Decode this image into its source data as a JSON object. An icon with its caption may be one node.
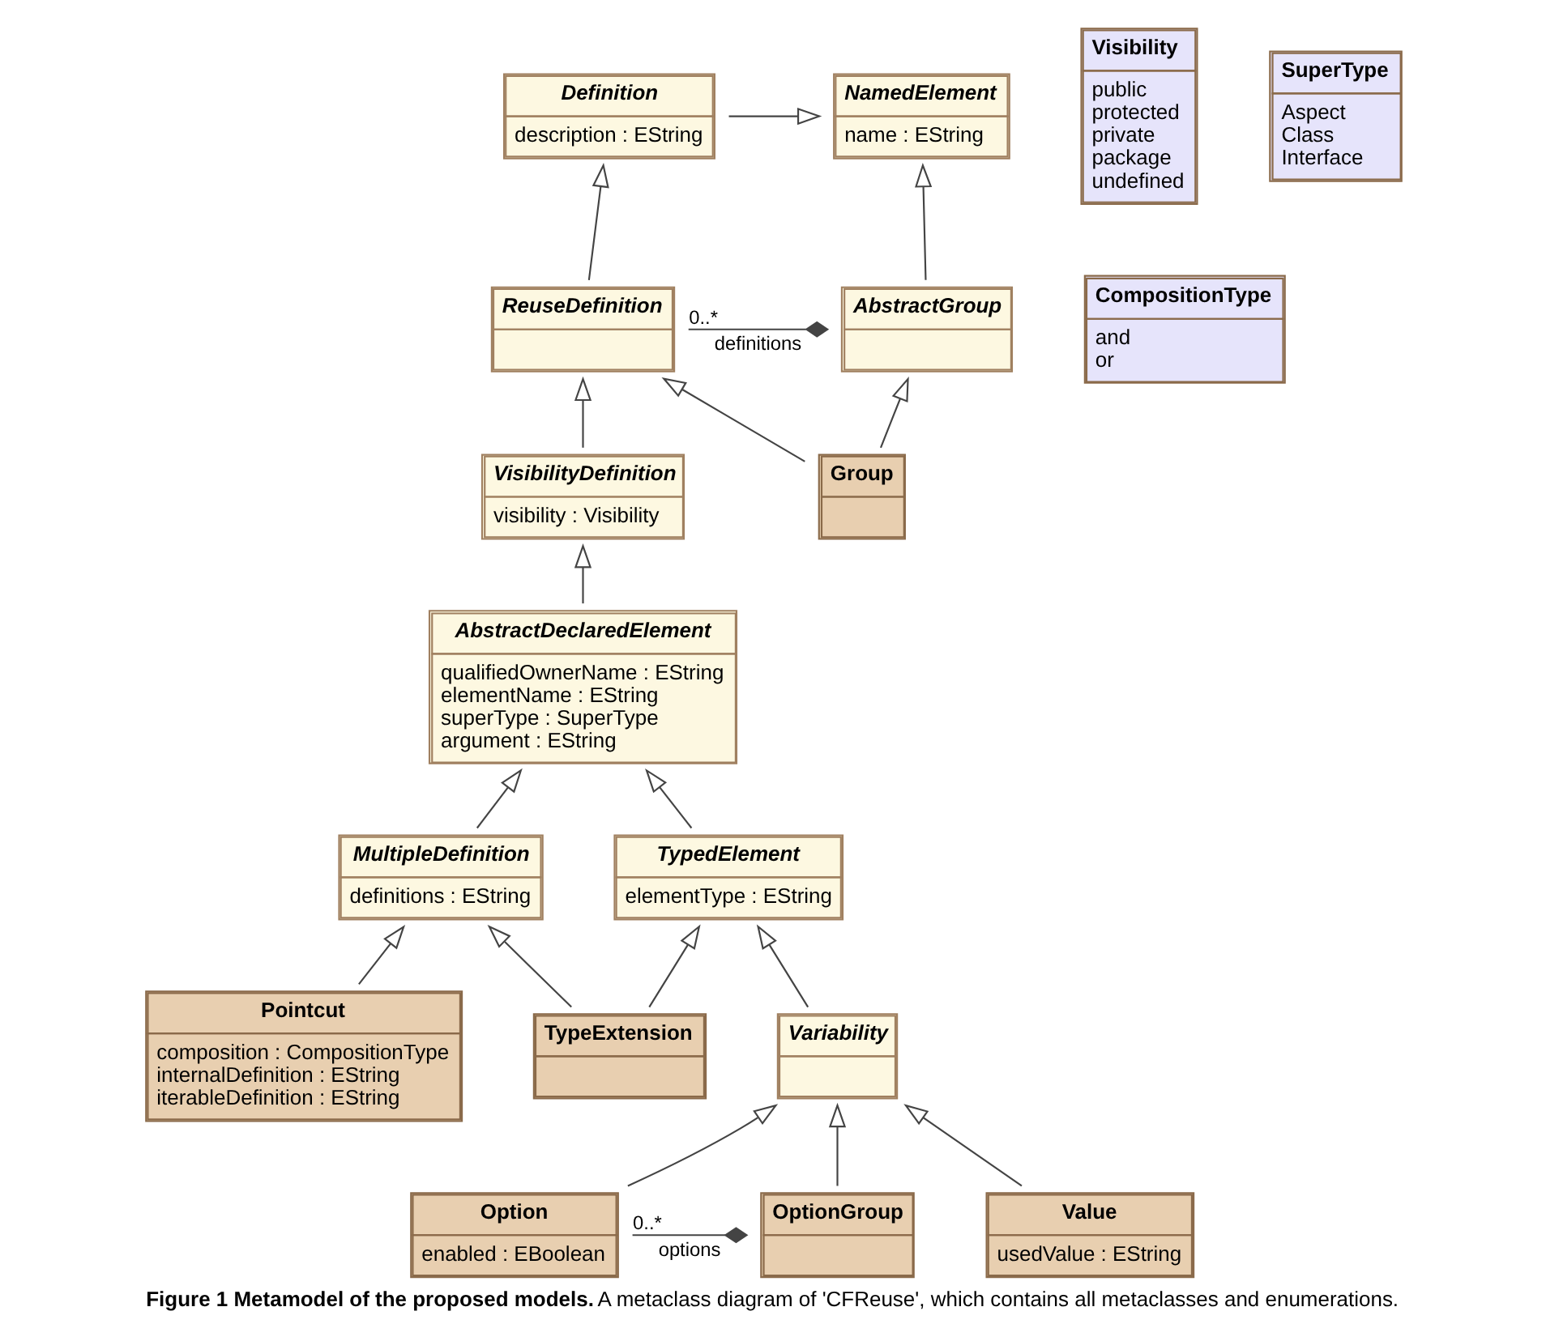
{
  "diagram": {
    "caption": "**Figure 1 Metamodel of the proposed models.** A metaclass diagram of 'CFReuse', which contains all metaclasses and enumerations.",
    "nodes": [
      {
        "text": [
          "NamedElement",
          "name : EString"
        ]
      },
      {
        "text": [
          "Definition",
          "description : EString"
        ]
      },
      {
        "text": [
          "Visibility",
          "public",
          "protected",
          "private",
          "package",
          "undefined"
        ]
      },
      {
        "text": [
          "SuperType",
          "Aspect",
          "Class",
          "Interface"
        ]
      },
      {
        "text": [
          "AbstractGroup"
        ]
      },
      {
        "text": [
          "ReuseDefinition"
        ]
      },
      {
        "text": [
          "CompositionType",
          "and",
          "or"
        ]
      },
      {
        "text": [
          "VisibilityDefinition",
          "visibility : Visibility"
        ]
      },
      {
        "text": [
          "AbstractDeclaredElement",
          "qualifiedOwnerName : EString",
          "elementName : EString",
          "superType : SuperType",
          "argument : EString"
        ]
      },
      {
        "text": [
          "MultipleDefinition",
          "definitions : EString"
        ]
      },
      {
        "text": [
          "TypedElement",
          "elementType : EString"
        ]
      },
      {
        "text": [
          "Variability"
        ]
      },
      {
        "text": [
          "Group"
        ]
      },
      {
        "text": [
          "TypeExtension"
        ]
      },
      {
        "text": [
          "Option",
          "enabled : EBoolean"
        ]
      },
      {
        "text": [
          "Pointcut",
          "composition : CompositionType",
          "internalDefinition : EString",
          "iterableDefinition : EString"
        ]
      },
      {
        "text": [
          "Value",
          "usedValue : EString"
        ]
      },
      {
        "text": [
          "OptionGroup"
        ]
      }
    ],
    "edges": [
      {
        "from": 1,
        "to": 0,
        "arrow": "to"
      },
      {
        "from": 4,
        "to": 0,
        "arrow": "to"
      },
      {
        "from": 5,
        "to": 1,
        "arrow": "to"
      },
      {
        "from": 4,
        "to": 5,
        "arrow": "other",
        "label": "definitions"
      },
      {
        "from": 12,
        "to": 4,
        "arrow": "to"
      },
      {
        "from": 12,
        "to": 5,
        "arrow": "to"
      },
      {
        "from": 7,
        "to": 5,
        "arrow": "to"
      },
      {
        "from": 8,
        "to": 7,
        "arrow": "to"
      },
      {
        "from": 9,
        "to": 8,
        "arrow": "to"
      },
      {
        "from": 10,
        "to": 8,
        "arrow": "to"
      },
      {
        "from": 11,
        "to": 10,
        "arrow": "to"
      },
      {
        "from": 15,
        "to": 9,
        "arrow": "to"
      },
      {
        "from": 13,
        "to": 9,
        "arrow": "to"
      },
      {
        "from": 13,
        "to": 10,
        "arrow": "to"
      },
      {
        "from": 14,
        "to": 11,
        "arrow": "to"
      },
      {
        "from": 16,
        "to": 11,
        "arrow": "to"
      },
      {
        "from": 17,
        "to": 11,
        "arrow": "to"
      },
      {
        "from": 17,
        "to": 14,
        "arrow": "other",
        "label": "options"
      }
    ],
    "labels": [
      "0..*",
      "0..*"
    ]
  }
}
